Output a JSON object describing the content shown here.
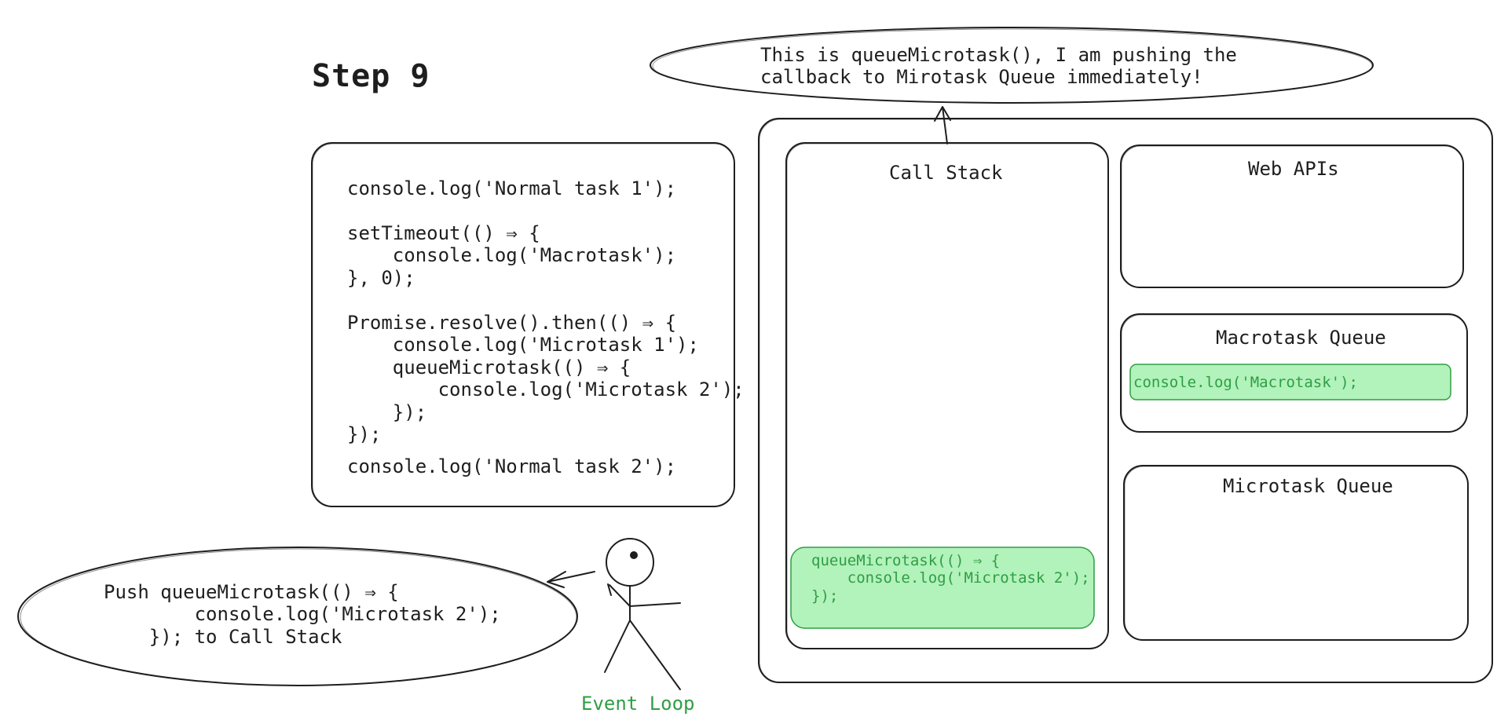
{
  "diagram": {
    "title": "Step 9",
    "speech_top": {
      "lines": [
        "This is queueMicrotask(), I am pushing the",
        "callback to Mirotask Queue immediately!"
      ]
    },
    "speech_bottom": {
      "lines": [
        "Push queueMicrotask(() ⇒ {",
        "        console.log('Microtask 2');",
        "    }); to Call Stack"
      ]
    },
    "event_loop_label": "Event Loop",
    "source_code": {
      "lines": [
        "console.log('Normal task 1');",
        "",
        "setTimeout(() ⇒ {",
        "    console.log('Macrotask');",
        "}, 0);",
        "",
        "Promise.resolve().then(() ⇒ {",
        "    console.log('Microtask 1');",
        "    queueMicrotask(() ⇒ {",
        "        console.log('Microtask 2');",
        "    });",
        "});"
      ],
      "last_line": "console.log('Normal task 2');"
    },
    "call_stack": {
      "label": "Call Stack",
      "item_lines": [
        "queueMicrotask(() ⇒ {",
        "    console.log('Microtask 2');",
        "});"
      ]
    },
    "web_apis": {
      "label": "Web APIs"
    },
    "macrotask_queue": {
      "label": "Macrotask Queue",
      "item": "console.log('Macrotask');"
    },
    "microtask_queue": {
      "label": "Microtask Queue"
    },
    "colors": {
      "stroke": "#1e1e1e",
      "highlight_fill": "#b2f2bb",
      "highlight_stroke": "#2f9e44",
      "highlight_text": "#2f9e44"
    }
  }
}
